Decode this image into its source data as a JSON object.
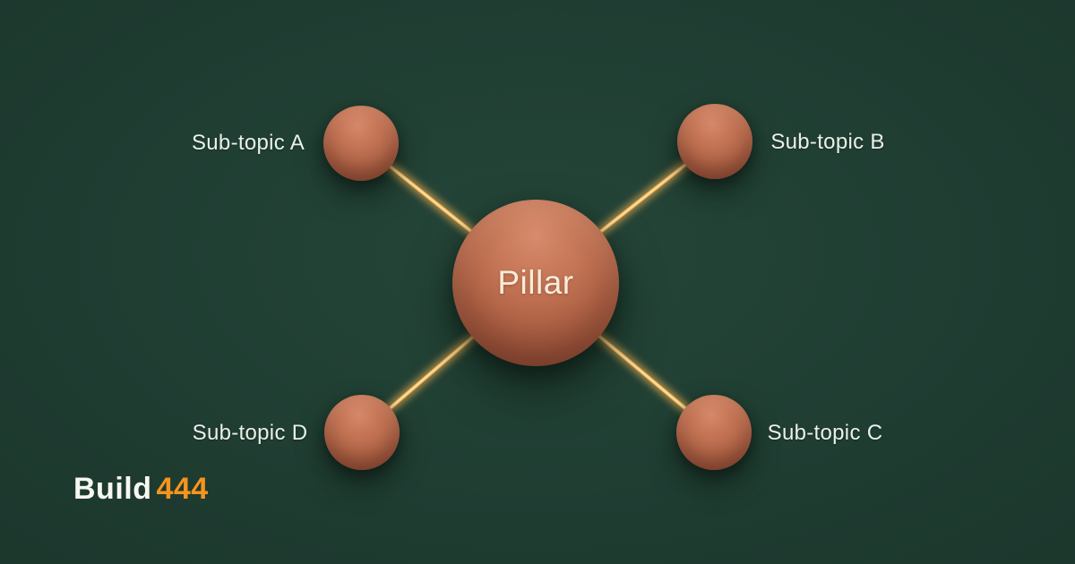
{
  "page": {
    "background_color": "#1e3b30",
    "description": "Pillar content diagram: central Pillar topic linked to four sub-topics by glowing connectors"
  },
  "diagram": {
    "center_node": {
      "label": "Pillar",
      "node_color": "#ba6b4d",
      "text_color": "#f8ecd9"
    },
    "subtopics": [
      {
        "label": "Sub-topic A",
        "position": "top-left",
        "label_side": "left"
      },
      {
        "label": "Sub-topic B",
        "position": "top-right",
        "label_side": "right"
      },
      {
        "label": "Sub-topic C",
        "position": "bottom-right",
        "label_side": "right"
      },
      {
        "label": "Sub-topic D",
        "position": "bottom-left",
        "label_side": "left"
      }
    ],
    "connector_color": "#f9b554",
    "label_color": "#eaf0ea"
  },
  "branding": {
    "logo_primary": "Build",
    "logo_accent": "444",
    "accent_color": "#f6941d"
  }
}
